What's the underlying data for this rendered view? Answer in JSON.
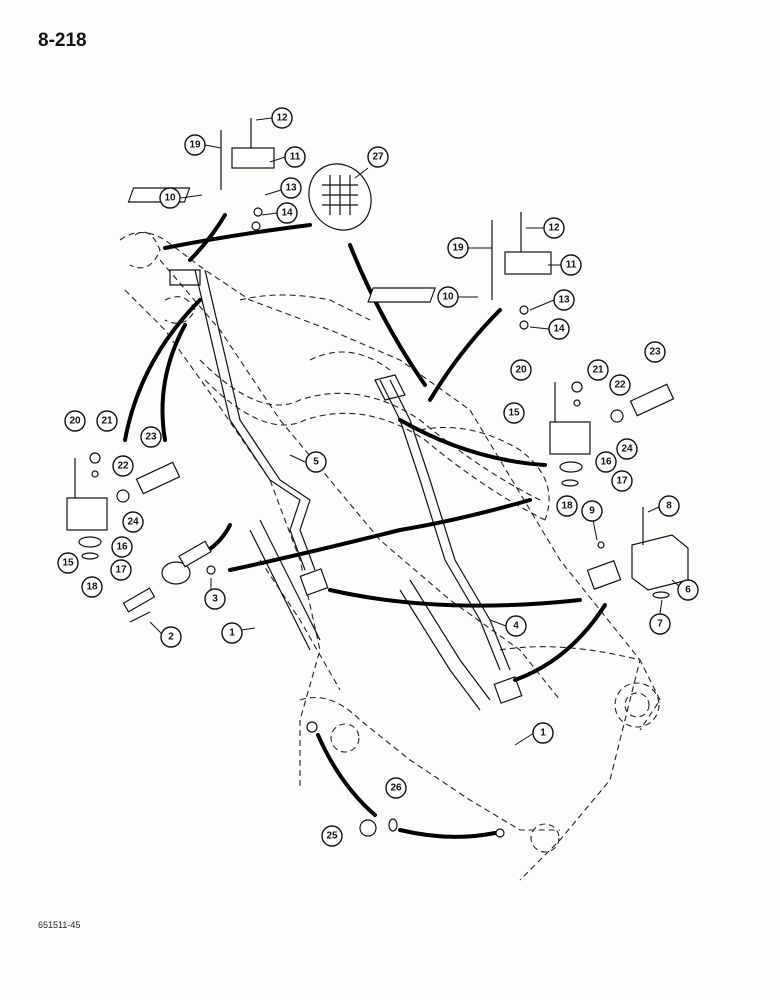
{
  "page": {
    "page_number": "8-218",
    "figure_ref": "651511-45"
  },
  "callouts": {
    "c1a": "1",
    "c1b": "1",
    "c2": "2",
    "c3": "3",
    "c4": "4",
    "c5": "5",
    "c6": "6",
    "c7": "7",
    "c8": "8",
    "c9": "9",
    "c10a": "10",
    "c10b": "10",
    "c11a": "11",
    "c11b": "11",
    "c12a": "12",
    "c12b": "12",
    "c13a": "13",
    "c13b": "13",
    "c14a": "14",
    "c14b": "14",
    "c15a": "15",
    "c15b": "15",
    "c16a": "16",
    "c16b": "16",
    "c17a": "17",
    "c17b": "17",
    "c18a": "18",
    "c18b": "18",
    "c19a": "19",
    "c19b": "19",
    "c20a": "20",
    "c20b": "20",
    "c21a": "21",
    "c21b": "21",
    "c22a": "22",
    "c22b": "22",
    "c23a": "23",
    "c23b": "23",
    "c24a": "24",
    "c24b": "24",
    "c25": "25",
    "c26": "26",
    "c27": "27"
  }
}
